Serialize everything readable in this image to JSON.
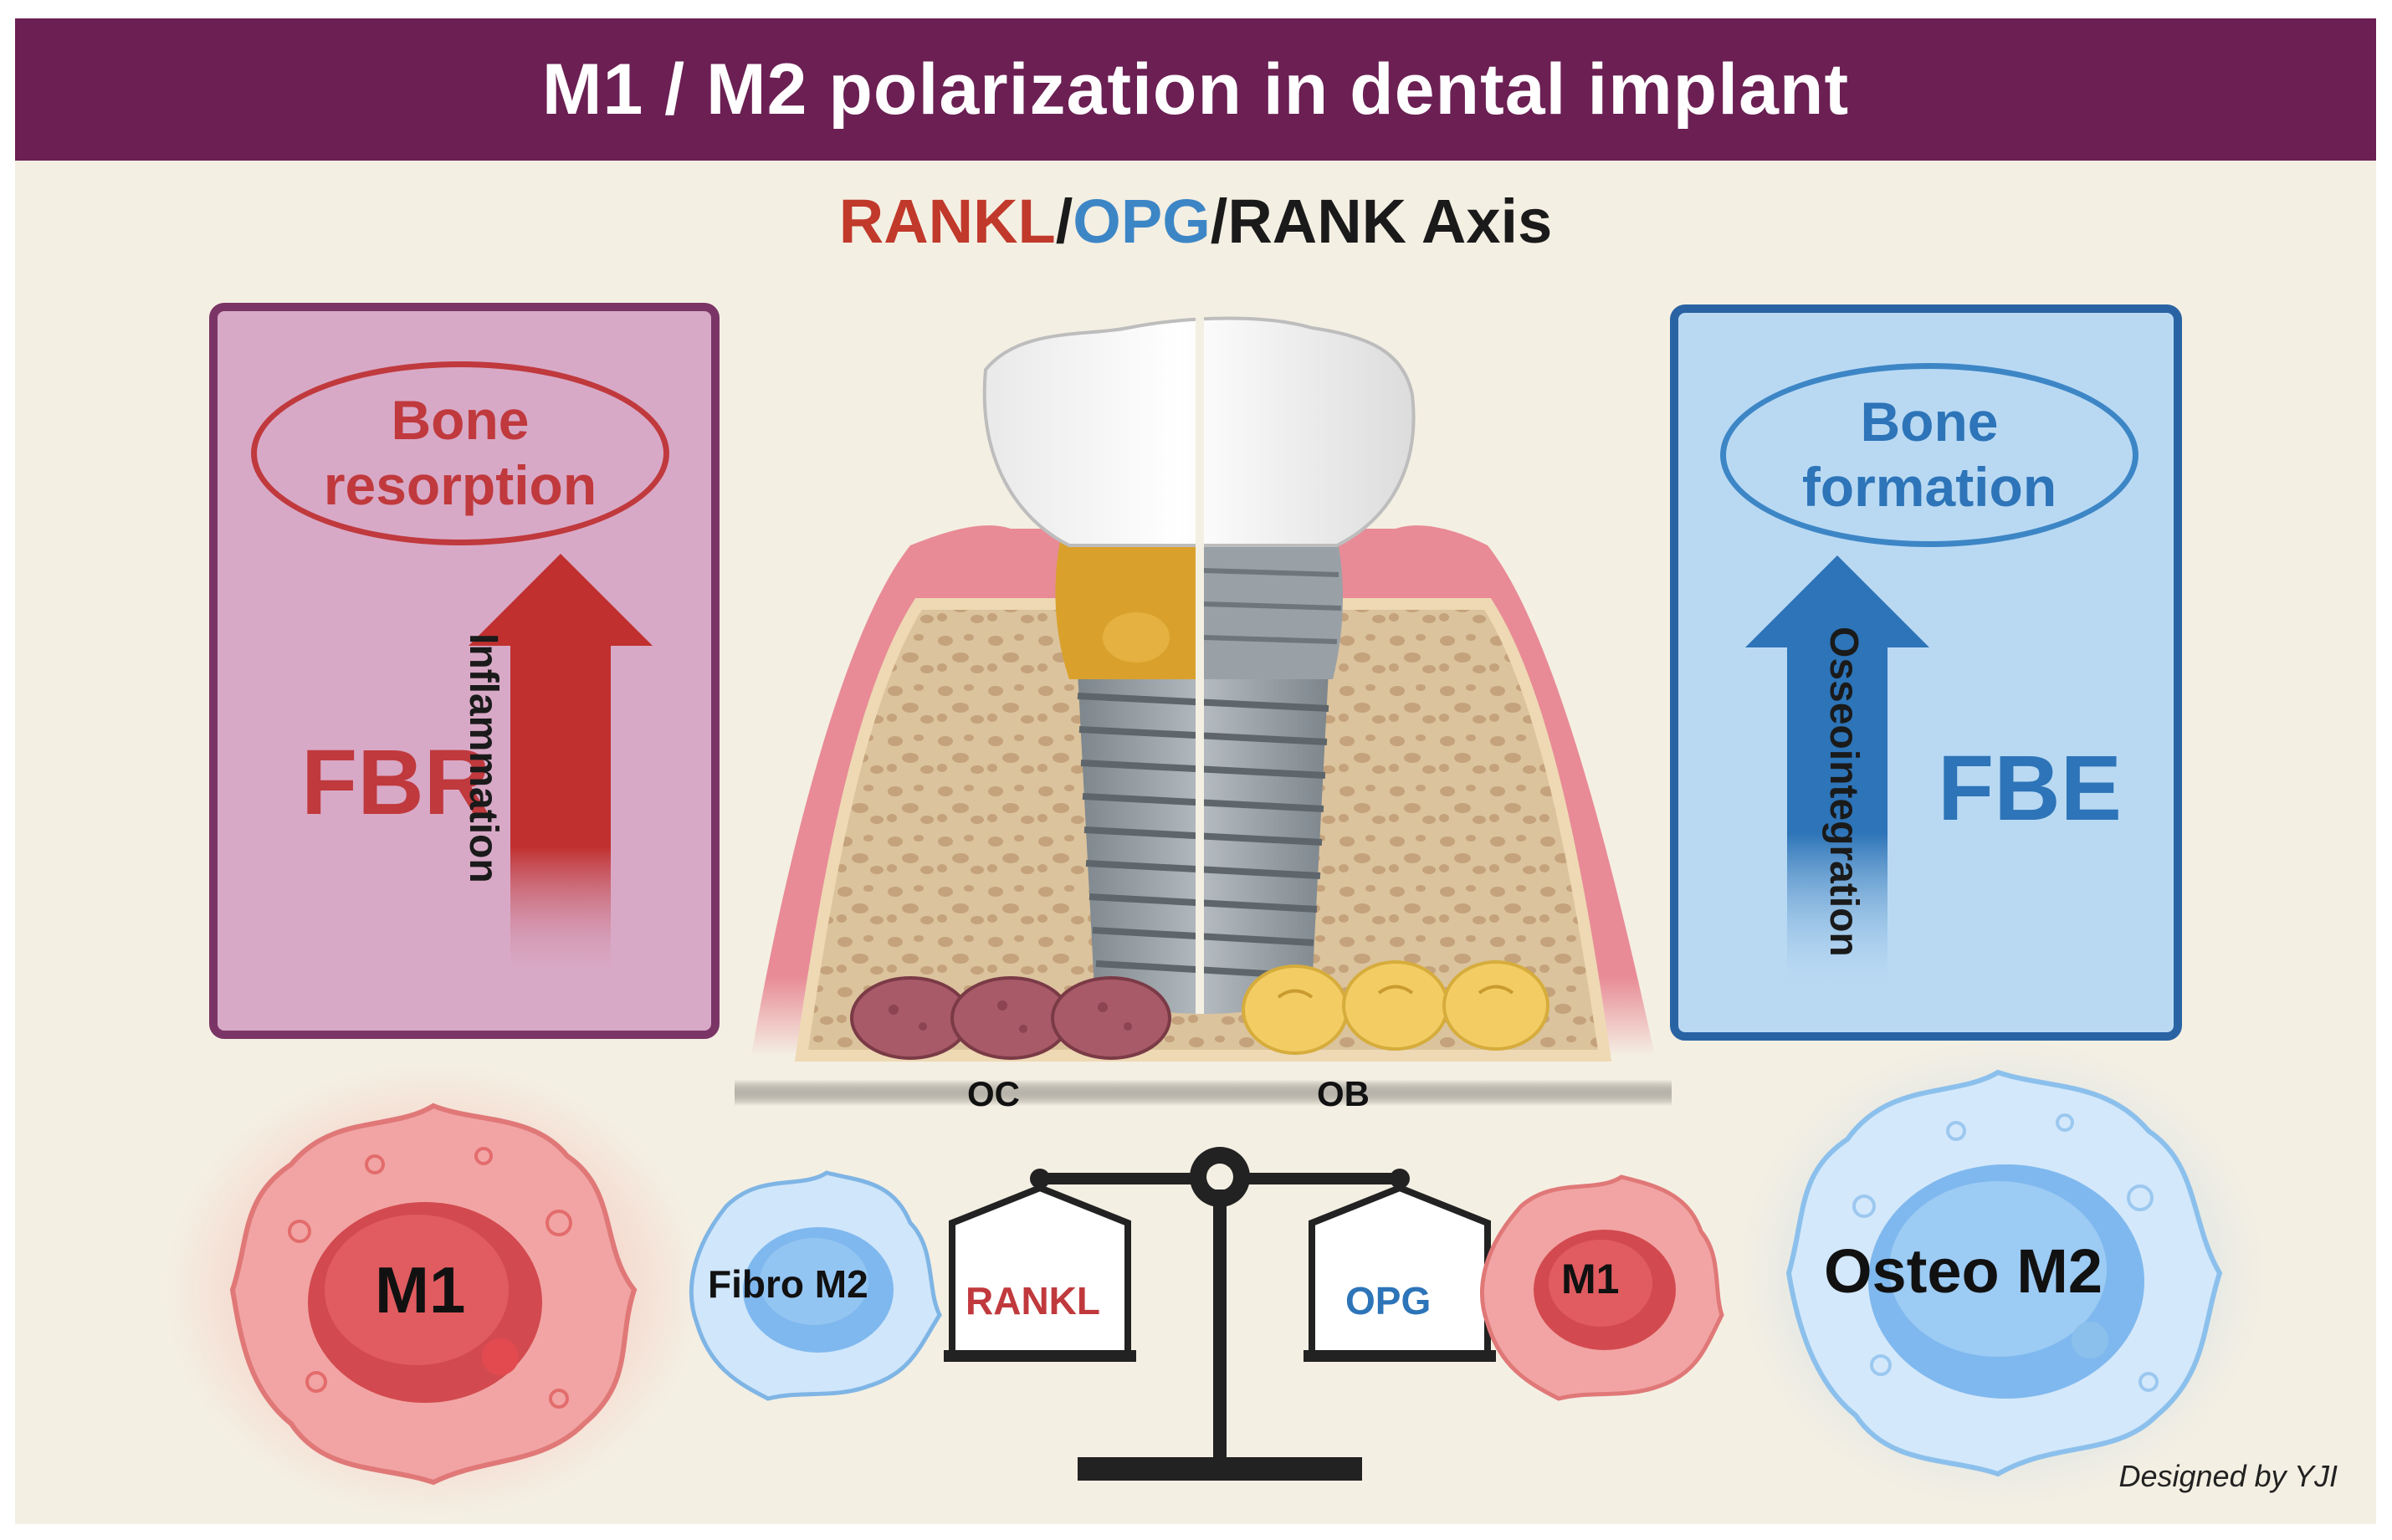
{
  "title": "M1 / M2 polarization in dental implant",
  "subtitle": {
    "part1": "RANKL",
    "sep1": "/",
    "part2": "OPG",
    "sep2": "/",
    "part3": "RANK Axis"
  },
  "left_panel": {
    "oval_text": "Bone resorption",
    "big_label": "FBR",
    "arrow_text": "Inflammation"
  },
  "right_panel": {
    "oval_text": "Bone formation",
    "big_label": "FBE",
    "arrow_text": "Osseointegration"
  },
  "implant": {
    "left_cells_label": "OC",
    "right_cells_label": "OB"
  },
  "cells": {
    "m1_large": "M1",
    "fibro_m2": "Fibro M2",
    "m1_small": "M1",
    "osteo_m2": "Osteo M2"
  },
  "scale": {
    "left_weight": "RANKL",
    "right_weight": "OPG"
  },
  "credit": "Designed by YJI",
  "colors": {
    "title_bar": "#6b1f53",
    "red": "#c0393d",
    "blue": "#2d74b8",
    "background": "#f4efe3"
  }
}
